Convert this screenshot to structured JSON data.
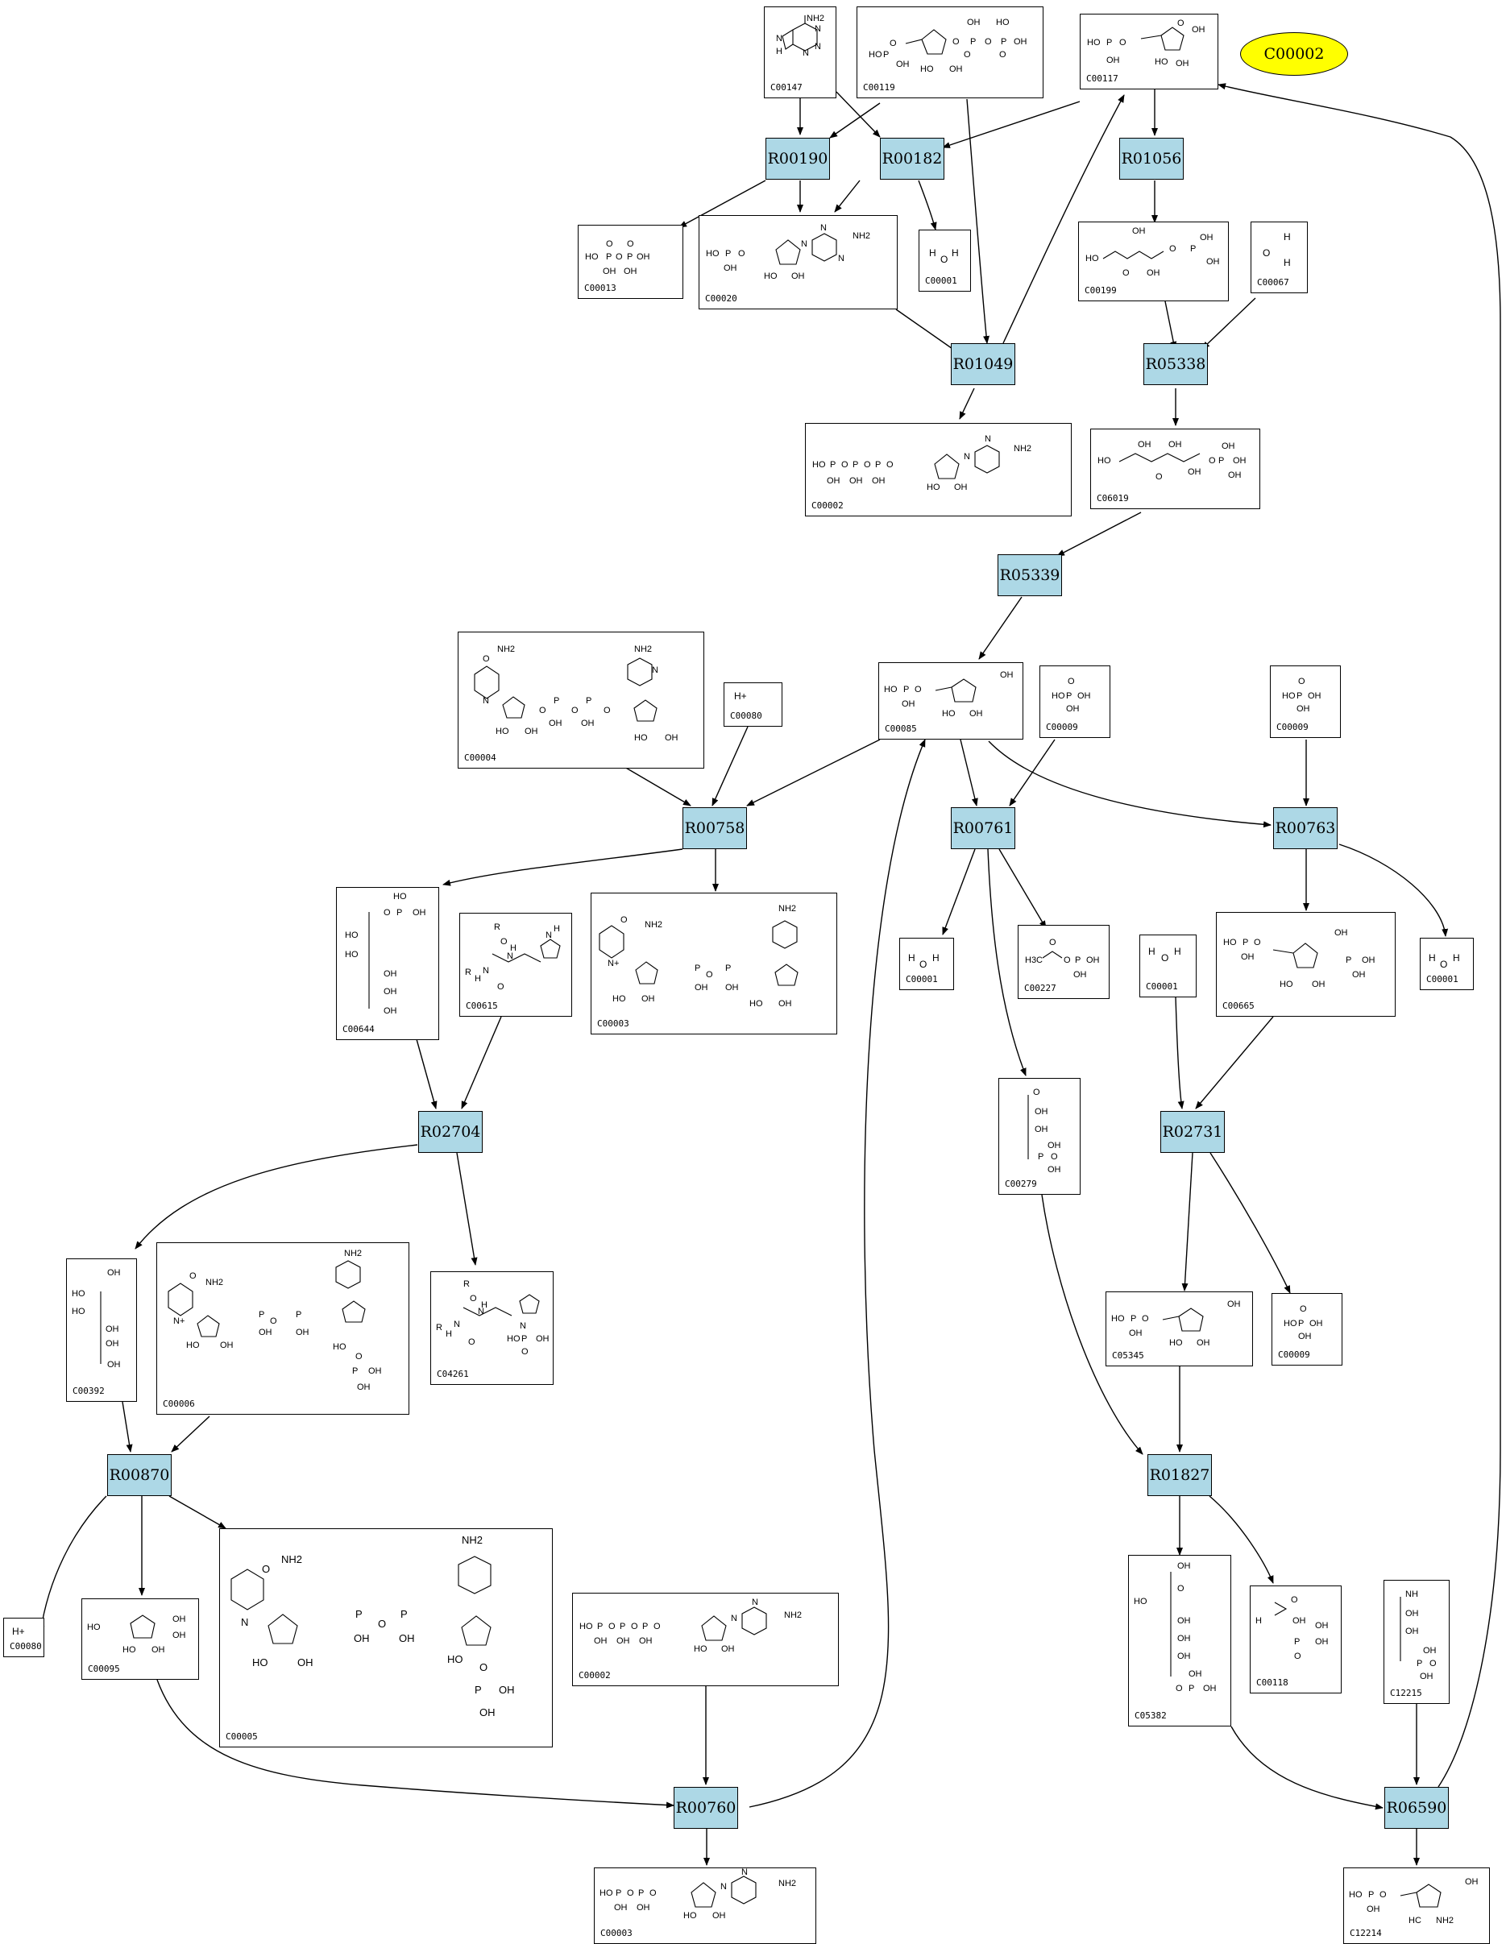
{
  "legend_label": "C00002",
  "reactions": [
    {
      "id": "R00190",
      "label": "R00190"
    },
    {
      "id": "R00182",
      "label": "R00182"
    },
    {
      "id": "R01056",
      "label": "R01056"
    },
    {
      "id": "R01049",
      "label": "R01049"
    },
    {
      "id": "R05338",
      "label": "R05338"
    },
    {
      "id": "R05339",
      "label": "R05339"
    },
    {
      "id": "R00758",
      "label": "R00758"
    },
    {
      "id": "R00761",
      "label": "R00761"
    },
    {
      "id": "R00763",
      "label": "R00763"
    },
    {
      "id": "R02704",
      "label": "R02704"
    },
    {
      "id": "R02731",
      "label": "R02731"
    },
    {
      "id": "R00870",
      "label": "R00870"
    },
    {
      "id": "R01827",
      "label": "R01827"
    },
    {
      "id": "R00760",
      "label": "R00760"
    },
    {
      "id": "R06590",
      "label": "R06590"
    }
  ],
  "compounds": [
    {
      "key": "c00147",
      "label": "C00147",
      "atoms": [
        "NH2",
        "N",
        "N",
        "N",
        "N",
        "H"
      ]
    },
    {
      "key": "c00119",
      "label": "C00119",
      "atoms": [
        "HO",
        "OH",
        "O",
        "HO",
        "P",
        "O",
        "P",
        "OH",
        "O",
        "O",
        "O",
        "P",
        "OH",
        "HO",
        "OH"
      ]
    },
    {
      "key": "c00117",
      "label": "C00117",
      "atoms": [
        "HO",
        "P",
        "O",
        "OH",
        "O",
        "OH",
        "HO",
        "OH"
      ]
    },
    {
      "key": "c00013",
      "label": "C00013",
      "atoms": [
        "HO",
        "P",
        "O",
        "P",
        "OH",
        "OH",
        "OH",
        "O",
        "O"
      ]
    },
    {
      "key": "c00020",
      "label": "C00020",
      "atoms": [
        "HO",
        "P",
        "O",
        "NH2",
        "N",
        "N",
        "N",
        "OH",
        "HO",
        "OH"
      ]
    },
    {
      "key": "c00001a",
      "label": "C00001",
      "atoms": [
        "H",
        "O",
        "H"
      ]
    },
    {
      "key": "c00199",
      "label": "C00199",
      "atoms": [
        "OH",
        "HO",
        "O",
        "P",
        "OH",
        "O",
        "OH",
        "OH"
      ]
    },
    {
      "key": "c00067",
      "label": "C00067",
      "atoms": [
        "O",
        "H",
        "H"
      ]
    },
    {
      "key": "c00002a",
      "label": "C00002",
      "atoms": [
        "HO",
        "P",
        "O",
        "P",
        "O",
        "P",
        "O",
        "OH",
        "OH",
        "OH",
        "NH2",
        "N",
        "N",
        "HO",
        "OH"
      ]
    },
    {
      "key": "c06019",
      "label": "C06019",
      "atoms": [
        "OH",
        "OH",
        "OH",
        "HO",
        "O",
        "P",
        "OH",
        "O",
        "OH",
        "OH"
      ]
    },
    {
      "key": "c00004",
      "label": "C00004",
      "atoms": [
        "NH2",
        "O",
        "NH2",
        "N",
        "N",
        "O",
        "P",
        "O",
        "P",
        "O",
        "OH",
        "OH",
        "HO",
        "OH",
        "HO",
        "OH"
      ]
    },
    {
      "key": "c00080a",
      "label": "C00080",
      "atoms": [
        "H+"
      ]
    },
    {
      "key": "c00085",
      "label": "C00085",
      "atoms": [
        "HO",
        "P",
        "O",
        "OH",
        "OH",
        "HO",
        "OH"
      ]
    },
    {
      "key": "c00009a",
      "label": "C00009",
      "atoms": [
        "HO",
        "P",
        "OH",
        "OH",
        "O"
      ]
    },
    {
      "key": "c00009b",
      "label": "C00009",
      "atoms": [
        "HO",
        "P",
        "OH",
        "OH",
        "O"
      ]
    },
    {
      "key": "c00644",
      "label": "C00644",
      "atoms": [
        "HO",
        "P",
        "OH",
        "O",
        "HO",
        "HO",
        "OH",
        "OH",
        "OH"
      ]
    },
    {
      "key": "c00615",
      "label": "C00615",
      "atoms": [
        "R",
        "O",
        "N",
        "H",
        "R",
        "O",
        "N",
        "H",
        "N",
        "H"
      ]
    },
    {
      "key": "c00003a",
      "label": "C00003",
      "atoms": [
        "NH2",
        "O",
        "NH2",
        "N+",
        "P",
        "O",
        "P",
        "OH",
        "OH",
        "HO",
        "OH",
        "HO",
        "OH"
      ]
    },
    {
      "key": "c00001b",
      "label": "C00001",
      "atoms": [
        "H",
        "O",
        "H"
      ]
    },
    {
      "key": "c00227",
      "label": "C00227",
      "atoms": [
        "H3C",
        "O",
        "P",
        "OH",
        "O",
        "OH"
      ]
    },
    {
      "key": "c00001c",
      "label": "C00001",
      "atoms": [
        "H",
        "O",
        "H"
      ]
    },
    {
      "key": "c00665",
      "label": "C00665",
      "atoms": [
        "HO",
        "P",
        "O",
        "OH",
        "OH",
        "P",
        "OH",
        "OH",
        "HO",
        "OH"
      ]
    },
    {
      "key": "c00001d",
      "label": "C00001",
      "atoms": [
        "H",
        "O",
        "H"
      ]
    },
    {
      "key": "c00279",
      "label": "C00279",
      "atoms": [
        "O",
        "OH",
        "OH",
        "OH",
        "P",
        "O",
        "OH"
      ]
    },
    {
      "key": "c00392",
      "label": "C00392",
      "atoms": [
        "OH",
        "HO",
        "HO",
        "OH",
        "OH",
        "OH"
      ]
    },
    {
      "key": "c00006",
      "label": "C00006",
      "atoms": [
        "NH2",
        "O",
        "NH2",
        "N+",
        "P",
        "O",
        "P",
        "OH",
        "OH",
        "HO",
        "OH",
        "HO",
        "O",
        "P",
        "OH",
        "OH"
      ]
    },
    {
      "key": "c04261",
      "label": "C04261",
      "atoms": [
        "R",
        "O",
        "N",
        "H",
        "R",
        "O",
        "N",
        "H",
        "N",
        "P",
        "OH",
        "HO",
        "O"
      ]
    },
    {
      "key": "c05345",
      "label": "C05345",
      "atoms": [
        "HO",
        "P",
        "O",
        "OH",
        "OH",
        "HO",
        "OH"
      ]
    },
    {
      "key": "c00009c",
      "label": "C00009",
      "atoms": [
        "HO",
        "P",
        "OH",
        "OH",
        "O"
      ]
    },
    {
      "key": "c00080b",
      "label": "C00080",
      "atoms": [
        "H+"
      ]
    },
    {
      "key": "c00095",
      "label": "C00095",
      "atoms": [
        "HO",
        "OH",
        "OH",
        "HO",
        "OH"
      ]
    },
    {
      "key": "c00005",
      "label": "C00005",
      "atoms": [
        "NH2",
        "O",
        "NH2",
        "N",
        "P",
        "O",
        "P",
        "OH",
        "OH",
        "HO",
        "OH",
        "HO",
        "O",
        "P",
        "OH",
        "OH"
      ]
    },
    {
      "key": "c00002b",
      "label": "C00002",
      "atoms": [
        "HO",
        "P",
        "O",
        "P",
        "O",
        "P",
        "O",
        "OH",
        "OH",
        "OH",
        "NH2",
        "N",
        "N",
        "HO",
        "OH"
      ]
    },
    {
      "key": "c05382",
      "label": "C05382",
      "atoms": [
        "OH",
        "HO",
        "O",
        "OH",
        "OH",
        "OH",
        "OH",
        "P",
        "O",
        "OH"
      ]
    },
    {
      "key": "c00118",
      "label": "C00118",
      "atoms": [
        "O",
        "H",
        "OH",
        "P",
        "OH",
        "O",
        "OH"
      ]
    },
    {
      "key": "c12215",
      "label": "C12215",
      "atoms": [
        "NH",
        "OH",
        "OH",
        "OH",
        "P",
        "O",
        "OH"
      ]
    },
    {
      "key": "c00003b",
      "label": "C00003",
      "atoms": [
        "HO",
        "P",
        "O",
        "P",
        "O",
        "OH",
        "OH",
        "NH2",
        "N",
        "N",
        "HO",
        "OH"
      ]
    },
    {
      "key": "c12214",
      "label": "C12214",
      "atoms": [
        "HO",
        "P",
        "O",
        "OH",
        "OH",
        "HC",
        "NH2"
      ]
    }
  ]
}
